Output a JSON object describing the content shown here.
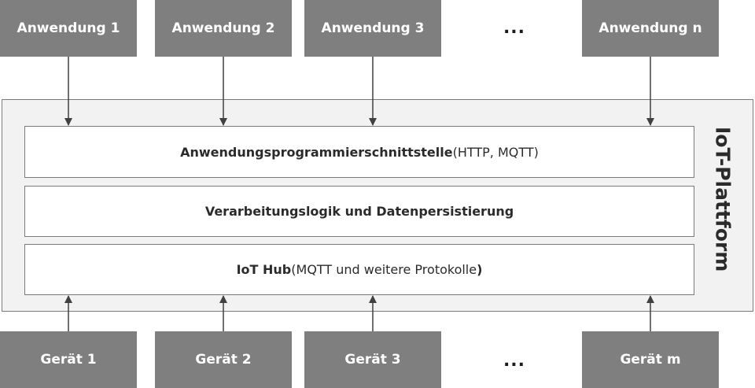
{
  "applications": [
    "Anwendung 1",
    "Anwendung 2",
    "Anwendung 3",
    "Anwendung n"
  ],
  "devices": [
    "Gerät 1",
    "Gerät 2",
    "Gerät 3",
    "Gerät m"
  ],
  "ellipsis": "...",
  "platform": {
    "title": "IoT-Plattform",
    "api_layer": {
      "bold": "Anwendungsprogrammierschnittstelle",
      "plain": " (HTTP, MQTT)"
    },
    "processing_layer": {
      "bold": "Verarbeitungslogik und Datenpersistierung"
    },
    "hub_layer": {
      "bold": "IoT Hub",
      "plain": " (MQTT und weitere Protokolle",
      "close": ")"
    }
  },
  "colors": {
    "box_fill": "#7f7f7f",
    "platform_fill": "#f2f2f2",
    "layer_fill": "#ffffff",
    "arrow": "#404040"
  }
}
